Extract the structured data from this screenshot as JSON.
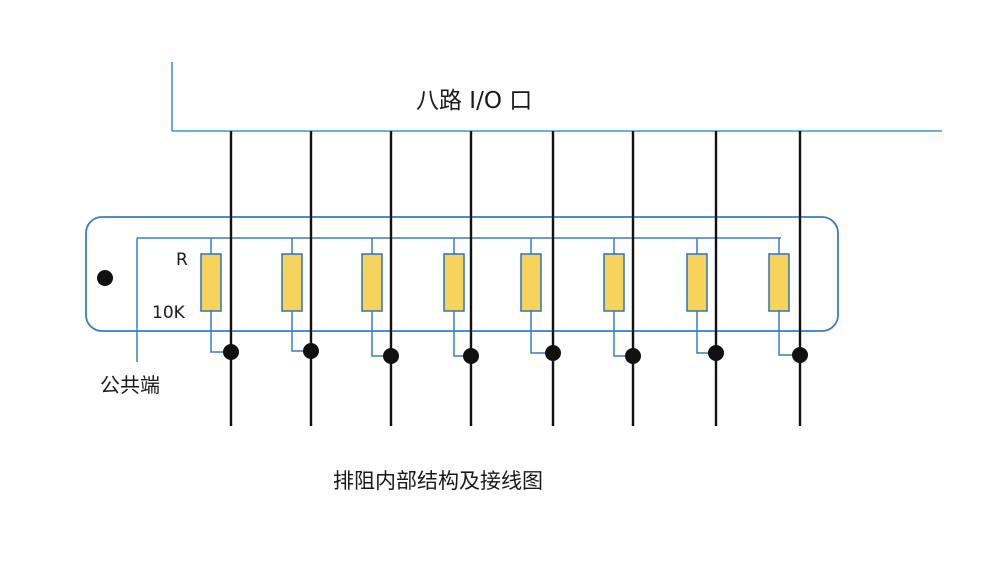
{
  "diagram": {
    "bus_label": "八路 I/O 口",
    "resistor_label": "R",
    "resistance_label": "10K",
    "common_label": "公共端",
    "caption": "排阻内部结构及接线图",
    "channel_count": 8
  },
  "colors": {
    "bus_line": "#4a8fd1",
    "package_outline": "#3d7cc0",
    "resistor_fill": "#f6d35a",
    "resistor_stroke": "#2e73b8",
    "io_wire": "#111111",
    "junction_dot": "#111111",
    "pin1_marker": "#111111"
  }
}
